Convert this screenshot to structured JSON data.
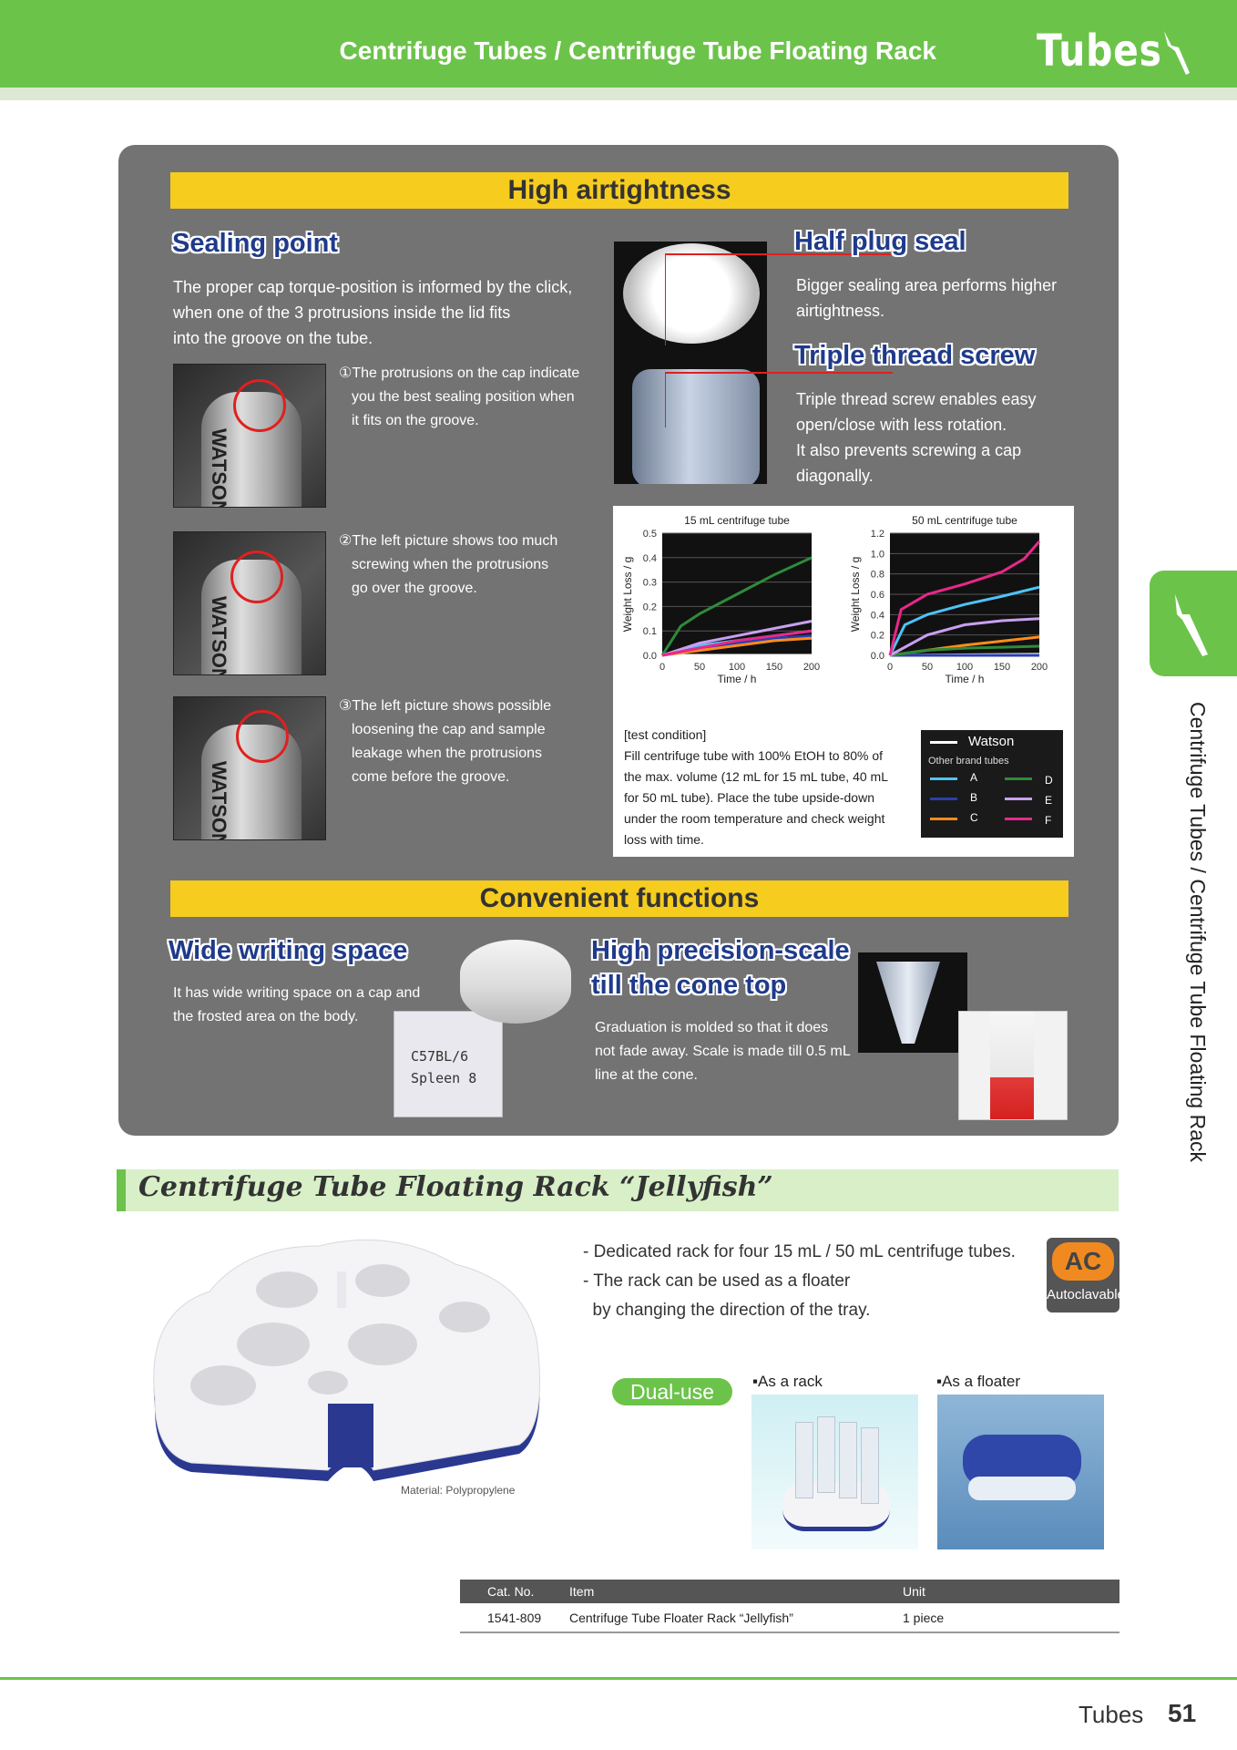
{
  "header": {
    "title": "Centrifuge Tubes / Centrifuge Tube Floating Rack",
    "section": "Tubes"
  },
  "side_tab": {
    "text": "Centrifuge Tubes / Centrifuge Tube Floating Rack"
  },
  "airtight": {
    "banner": "High airtightness",
    "sealing": {
      "title": "Sealing point",
      "text": [
        "The proper cap torque-position is informed by the click,",
        "when one of the 3 protrusions inside the lid fits",
        "into the groove on the tube."
      ]
    },
    "notes": [
      {
        "lines": [
          "①The protrusions on the cap indicate",
          "you the best sealing position when",
          "it fits on the groove."
        ]
      },
      {
        "lines": [
          "②The left picture shows too much",
          "screwing when the protrusions",
          "go over  the groove."
        ]
      },
      {
        "lines": [
          "③The left picture shows possible",
          "loosening the cap and sample",
          "leakage when the protrusions",
          "come before the groove."
        ]
      }
    ],
    "photo_brand": "WATSON",
    "half_plug": {
      "title": "Half plug seal",
      "text": [
        "Bigger sealing area performs higher",
        "airtightness."
      ]
    },
    "triple": {
      "title": "Triple thread screw",
      "text": [
        "Triple thread screw enables easy",
        "open/close with less rotation.",
        "It also prevents screwing a cap",
        "diagonally."
      ]
    }
  },
  "test": {
    "label": "[test condition]",
    "lines": [
      "Fill centrifuge tube with 100% EtOH to 80% of",
      "the max. volume (12 mL for 15 mL tube, 40 mL",
      "for 50 mL tube). Place the tube upside-down",
      "under the room temperature and check weight",
      "loss with time."
    ]
  },
  "legend": {
    "watson": "Watson",
    "other": "Other brand tubes",
    "items": [
      "A",
      "B",
      "C",
      "D",
      "E",
      "F"
    ]
  },
  "colors": {
    "Watson": "#ffffff",
    "A": "#4fc3f7",
    "B": "#2a3fb0",
    "C": "#ff8c1a",
    "D": "#2e8b3a",
    "E": "#c9a0f0",
    "F": "#e8288a"
  },
  "chart_data": [
    {
      "type": "line",
      "title": "15 mL centrifuge tube",
      "xlabel": "Time / h",
      "ylabel": "Weight Loss / g",
      "xlim": [
        0,
        200
      ],
      "ylim": [
        0,
        0.5
      ],
      "xticks": [
        "0",
        "50",
        "100",
        "150",
        "200"
      ],
      "yticks": [
        "0.0",
        "0.1",
        "0.2",
        "0.3",
        "0.4",
        "0.5"
      ],
      "series": [
        {
          "name": "Watson",
          "x": [
            0,
            200
          ],
          "y": [
            0.0,
            0.0
          ]
        },
        {
          "name": "A",
          "x": [
            0,
            50,
            100,
            150,
            200
          ],
          "y": [
            0.0,
            0.04,
            0.06,
            0.08,
            0.1
          ]
        },
        {
          "name": "B",
          "x": [
            0,
            50,
            100,
            150,
            200
          ],
          "y": [
            0.0,
            0.03,
            0.05,
            0.07,
            0.08
          ]
        },
        {
          "name": "C",
          "x": [
            0,
            50,
            100,
            150,
            200
          ],
          "y": [
            0.0,
            0.02,
            0.04,
            0.06,
            0.07
          ]
        },
        {
          "name": "D",
          "x": [
            0,
            25,
            50,
            100,
            150,
            200
          ],
          "y": [
            0.0,
            0.12,
            0.17,
            0.25,
            0.33,
            0.4
          ]
        },
        {
          "name": "E",
          "x": [
            0,
            50,
            100,
            150,
            200
          ],
          "y": [
            0.0,
            0.05,
            0.08,
            0.11,
            0.14
          ]
        },
        {
          "name": "F",
          "x": [
            0,
            50,
            100,
            150,
            200
          ],
          "y": [
            0.0,
            0.03,
            0.06,
            0.08,
            0.1
          ]
        }
      ]
    },
    {
      "type": "line",
      "title": "50 mL centrifuge tube",
      "xlabel": "Time / h",
      "ylabel": "Weight Loss / g",
      "xlim": [
        0,
        200
      ],
      "ylim": [
        0,
        1.2
      ],
      "xticks": [
        "0",
        "50",
        "100",
        "150",
        "200"
      ],
      "yticks": [
        "0.0",
        "0.2",
        "0.4",
        "0.6",
        "0.8",
        "1.0",
        "1.2"
      ],
      "series": [
        {
          "name": "Watson",
          "x": [
            0,
            200
          ],
          "y": [
            0.0,
            0.01
          ]
        },
        {
          "name": "A",
          "x": [
            0,
            20,
            50,
            100,
            150,
            200
          ],
          "y": [
            0.0,
            0.3,
            0.4,
            0.5,
            0.58,
            0.67
          ]
        },
        {
          "name": "B",
          "x": [
            0,
            200
          ],
          "y": [
            0.0,
            0.0
          ]
        },
        {
          "name": "C",
          "x": [
            0,
            50,
            100,
            150,
            200
          ],
          "y": [
            0.0,
            0.05,
            0.1,
            0.14,
            0.18
          ]
        },
        {
          "name": "D",
          "x": [
            0,
            50,
            100,
            150,
            200
          ],
          "y": [
            0.0,
            0.05,
            0.07,
            0.08,
            0.09
          ]
        },
        {
          "name": "E",
          "x": [
            0,
            50,
            100,
            150,
            200
          ],
          "y": [
            0.0,
            0.2,
            0.3,
            0.34,
            0.36
          ]
        },
        {
          "name": "F",
          "x": [
            0,
            15,
            50,
            100,
            150,
            180,
            200
          ],
          "y": [
            0.0,
            0.45,
            0.6,
            0.7,
            0.82,
            0.95,
            1.12
          ]
        }
      ]
    }
  ],
  "convenient": {
    "banner": "Convenient functions",
    "wide": {
      "title": "Wide writing space",
      "text": [
        "It has wide writing space on a cap and",
        "the frosted area on the body."
      ],
      "label1": "C57BL/6",
      "label2": "Spleen 8"
    },
    "precision": {
      "title1": "High precision-scale",
      "title2": "till the cone top",
      "text": [
        "Graduation is molded so that it does",
        "not fade away. Scale is made till 0.5 mL",
        "line at the cone."
      ]
    }
  },
  "jelly": {
    "title": "Centrifuge Tube Floating Rack “Jellyfish”",
    "bullets": [
      "- Dedicated rack for four 15 mL / 50 mL centrifuge tubes.",
      "- The rack can be used as a floater",
      "  by changing the direction of the tray."
    ],
    "autoclave_icon": "AC",
    "autoclave_text": "Autoclavable",
    "dual": "Dual-use",
    "rack": "▪As a rack",
    "floater": "▪As a floater",
    "material": "Material: Polypropylene"
  },
  "table": {
    "headers": [
      "Cat. No.",
      "Item",
      "Unit"
    ],
    "rows": [
      [
        "1541-809",
        "Centrifuge Tube Floater Rack “Jellyfish”",
        "1 piece"
      ]
    ]
  },
  "footer": {
    "section": "Tubes",
    "page": "51"
  }
}
